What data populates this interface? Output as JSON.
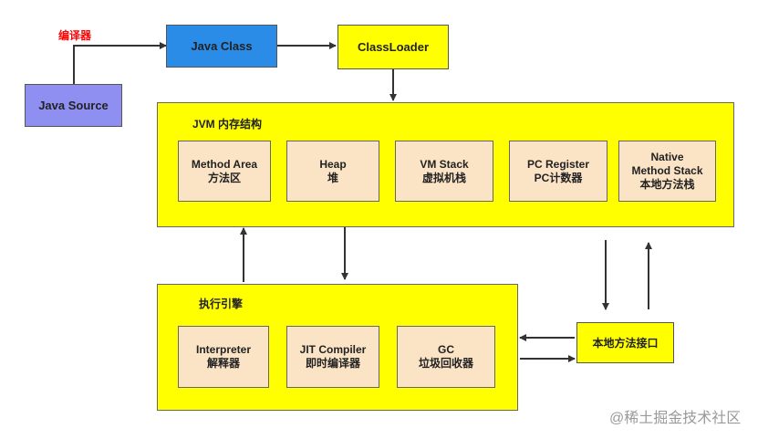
{
  "colors": {
    "blue": "#2a8ce6",
    "source": "#8f8ff2",
    "yellow": "#ffff00",
    "inner": "#fbe3c6",
    "red": "#ff0000"
  },
  "compiler_label": "编译器",
  "java_source": "Java Source",
  "java_class": "Java Class",
  "classloader": "ClassLoader",
  "jvm": {
    "title": "JVM 内存结构",
    "areas": [
      {
        "line1": "Method Area",
        "line2": "方法区"
      },
      {
        "line1": "Heap",
        "line2": "堆"
      },
      {
        "line1": "VM Stack",
        "line2": "虚拟机栈"
      },
      {
        "line1": "PC Register",
        "line2": "PC计数器"
      },
      {
        "line1": "Native",
        "line2": "Method Stack",
        "line3": "本地方法栈"
      }
    ]
  },
  "engine": {
    "title": "执行引擎",
    "parts": [
      {
        "line1": "Interpreter",
        "line2": "解释器"
      },
      {
        "line1": "JIT Compiler",
        "line2": "即时编译器"
      },
      {
        "line1": "GC",
        "line2": "垃圾回收器"
      }
    ]
  },
  "native_interface": "本地方法接口",
  "watermark": "@稀土掘金技术社区"
}
